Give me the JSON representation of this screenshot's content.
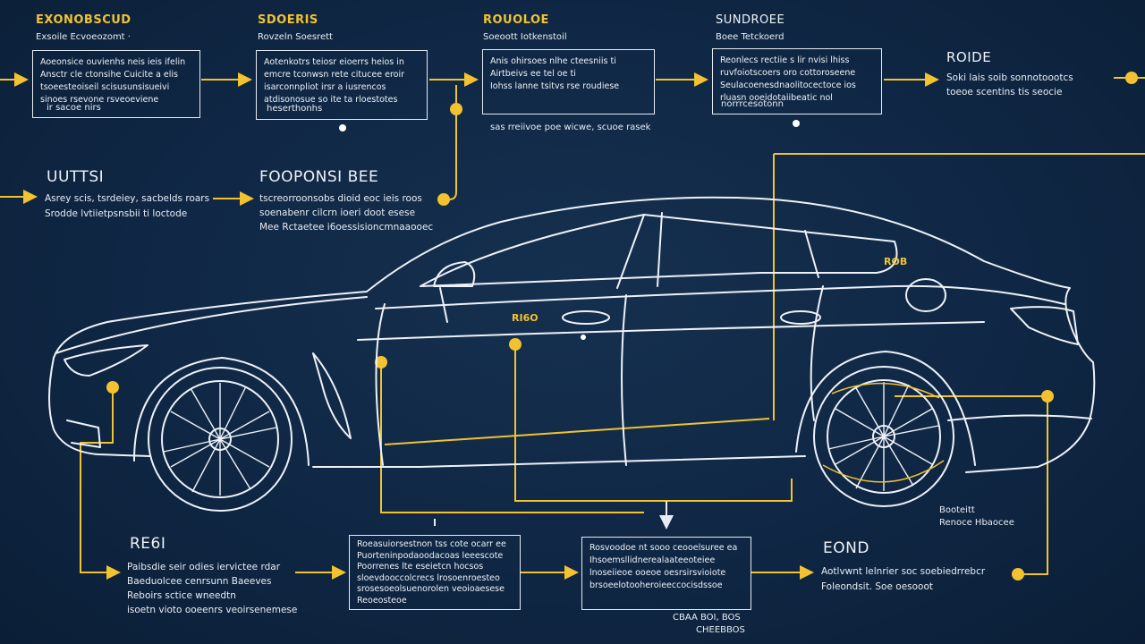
{
  "steps": [
    {
      "heading": "EXONOBSCUD",
      "sub": "Exsoile Ecvoeozomt  ·",
      "lines": [
        "Aoeonsice  ouvienhs neis  ieis ifelin",
        "Ansctr cle  ctonsihe  Cuicite  a  elis",
        "tsoeesteoiseil  scisusunsisueivi",
        "sinoes rsevone rsveoeviene",
        "ir sacoe nirs"
      ]
    },
    {
      "heading": "SDOERIS",
      "sub": "Rovzeln Soesrett",
      "lines": [
        "Aotenkotrs teiosr eioerrs  heios in",
        "emcre tconwsn  rete  citucee  eroir",
        "isarconnpliot  irsr a  iusrencos",
        "atdisonosue so ite ta rloestotes",
        "heserthonhs"
      ]
    },
    {
      "heading": "ROUOLOE",
      "sub": "Soeoott Iotkenstoil",
      "lines": [
        "Anis  ohirsoes  nlhe  cteesniis  ti",
        "Airtbeivs  ee   tel  oe   ti",
        "Iohss  lanne  tsitvs  rse  roudiese"
      ]
    },
    {
      "heading": "SUNDROEE",
      "sub": "Boee Tetckoerd",
      "lines": [
        "Reonlecs rectiie s  lir nvisi  lhiss",
        "ruvfoiotscoers  oro  cottoroseene",
        "Seulacoenesdnaolitocectoce  ios",
        "rluasn  ooeidotaiibeatic  nol",
        "norrrcesotonn"
      ]
    }
  ],
  "top_right": {
    "heading": "ROIDE",
    "lines": [
      "Soki  lais  soib  sonnotoootcs",
      "toeoe  scentins  tis  seocie"
    ]
  },
  "caption_top": "sas  rreiivoe poe  wicwe,  scuoe  rasek",
  "mid_left": {
    "heading": "UUTTSI",
    "lines": [
      "Asrey  scis,  tsrdeiey,  sacbelds  roars",
      "Srodde  lvtiietpsnsbii  ti  loctode"
    ]
  },
  "mid_center": {
    "heading": "FOOPONSI  BEE",
    "lines": [
      "tscreorroonsobs  dioid  eoc  ieis  roos",
      "soenabenr  cilcrn  ioeri  doot  esese",
      "Mee  Rctaetee  i6oessisioncmnaaooec"
    ]
  },
  "car_labels": {
    "door": "RI6O",
    "rear": "ROB"
  },
  "bottom_left": {
    "heading": "RE6I",
    "lines": [
      "Paibsdie  seir  odies  iervictee  rdar",
      "Baeduolcee  cenrsunn  Baeeves",
      "Reboirs  sctice  wneedtn",
      "isoetn  vioto  ooeenrs  veoirsenemese"
    ]
  },
  "bottom_box_1": {
    "lines": [
      "Roeasuiorsestnon  tss  cote  ocarr  ee",
      "Puorteninpodaoodacoas  leeescote",
      "Poorrenes  lte  eseietcn  hocsos",
      "sloevdooccolcrecs  lrosoenroesteo",
      "srosesoeolsuenorolen  veoioaesese",
      "Reoeosteoe"
    ]
  },
  "bottom_box_2": {
    "lines": [
      "Rosvoodoe  nt  sooo  ceooelsuree  ea",
      "Ihsoemsllidnerealaateeoteiee",
      "",
      "lnoseiieoe  ooeoe  oesrsirsvioiote",
      "brsoeelotooheroieeccocisdssoe"
    ]
  },
  "caption_bottom": [
    "CBAA  BOI,  BOS",
    "CHEEBBOS"
  ],
  "bottom_right": {
    "heading": "EOND",
    "lines": [
      "Aotlvwnt  lelnrier  soc  soebiedrrebcr",
      "Foleondsit.  Soe  oesooot"
    ]
  },
  "right_small": [
    "Booteitt",
    "Renoce  Hbaocee"
  ],
  "colors": {
    "accent": "#f2c230",
    "line": "#e7ecf3",
    "background": "#0f2744"
  }
}
